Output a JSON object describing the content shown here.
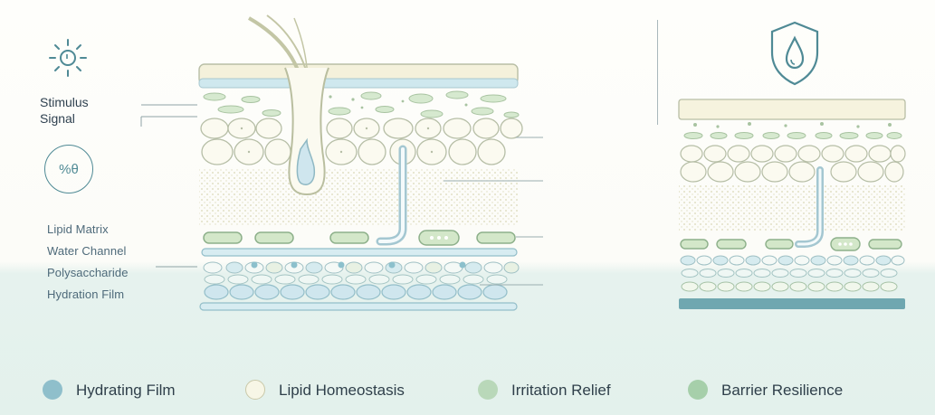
{
  "stimulus": {
    "line1": "Stimulus",
    "line2": "Signal",
    "badge": "%θ"
  },
  "layer_labels": [
    "Lipid Matrix",
    "Water Channel",
    "Polysaccharide",
    "Hydration Film"
  ],
  "legend": [
    {
      "label": "Hydrating Film",
      "color": "#8fbfcb"
    },
    {
      "label": "Lipid Homeostasis",
      "color": "#f7f6e6"
    },
    {
      "label": "Irritation Relief",
      "color": "#b9d8b9"
    },
    {
      "label": "Barrier Resilience",
      "color": "#a6cfaa"
    }
  ],
  "icons": {
    "stimulus": "sun-burst-icon",
    "badge": "percent-circle-icon",
    "shield": "water-drop-shield-icon",
    "hair": "hair-follicle-icon"
  },
  "palette": {
    "outline": "#a7b6a3",
    "teal": "#5f8f93",
    "water": "#cde8ef",
    "cell_green": "#d4e7cf",
    "cream": "#f6f3df"
  }
}
